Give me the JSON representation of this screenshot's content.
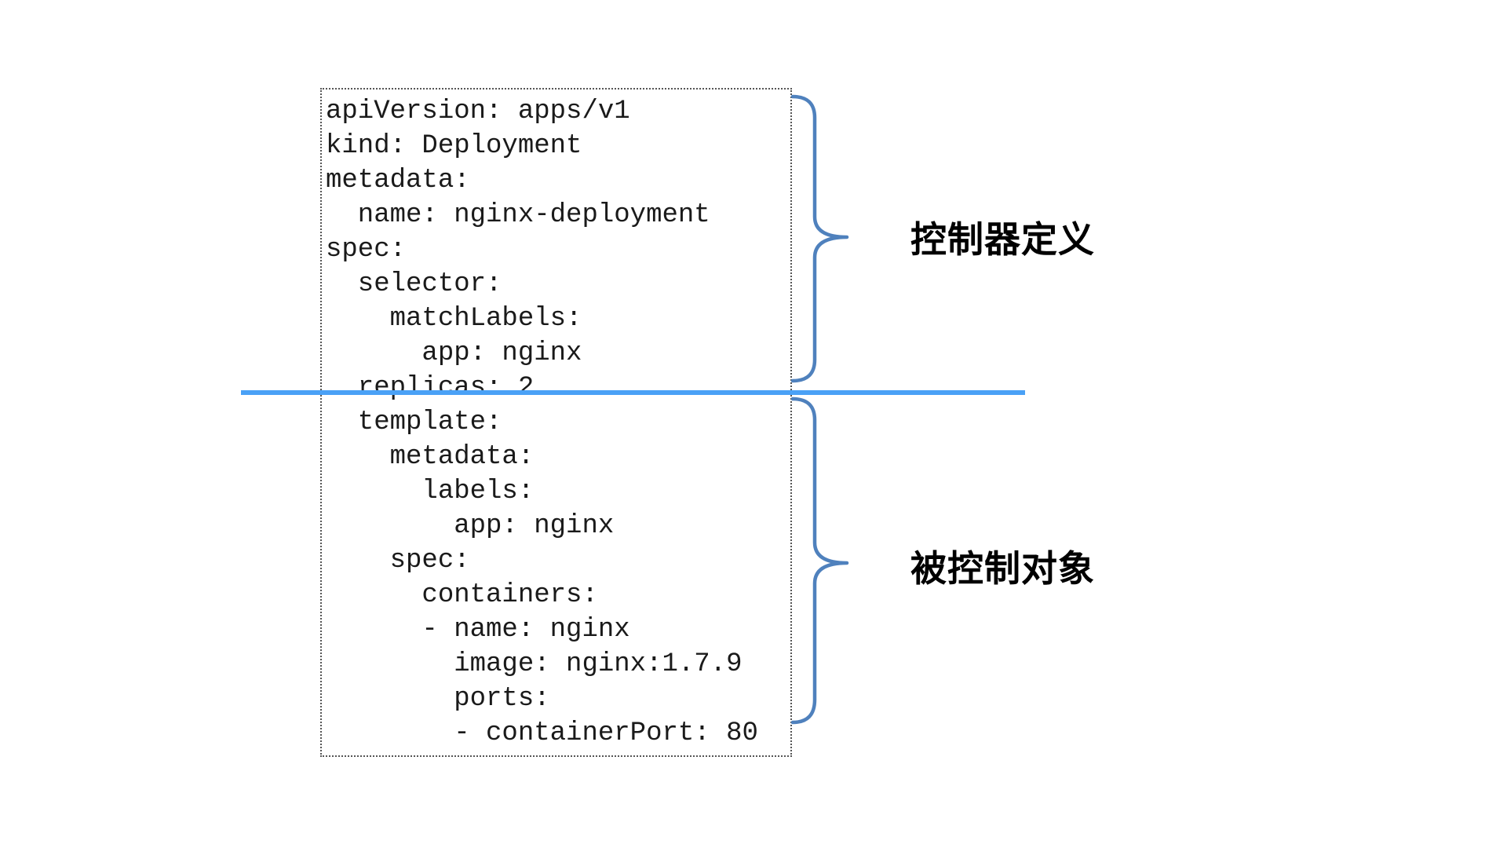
{
  "diagram": {
    "yaml_box": {
      "lines": [
        "apiVersion: apps/v1",
        "kind: Deployment",
        "metadata:",
        "  name: nginx-deployment",
        "spec:",
        "  selector:",
        "    matchLabels:",
        "      app: nginx",
        "  replicas: 2",
        "  template:",
        "    metadata:",
        "      labels:",
        "        app: nginx",
        "    spec:",
        "      containers:",
        "      - name: nginx",
        "        image: nginx:1.7.9",
        "        ports:",
        "        - containerPort: 80"
      ]
    },
    "divider": {
      "color": "#4aa1f6"
    },
    "sections": [
      {
        "label": "控制器定义",
        "brace_color": "#4f81bd"
      },
      {
        "label": "被控制对象",
        "brace_color": "#4f81bd"
      }
    ]
  }
}
